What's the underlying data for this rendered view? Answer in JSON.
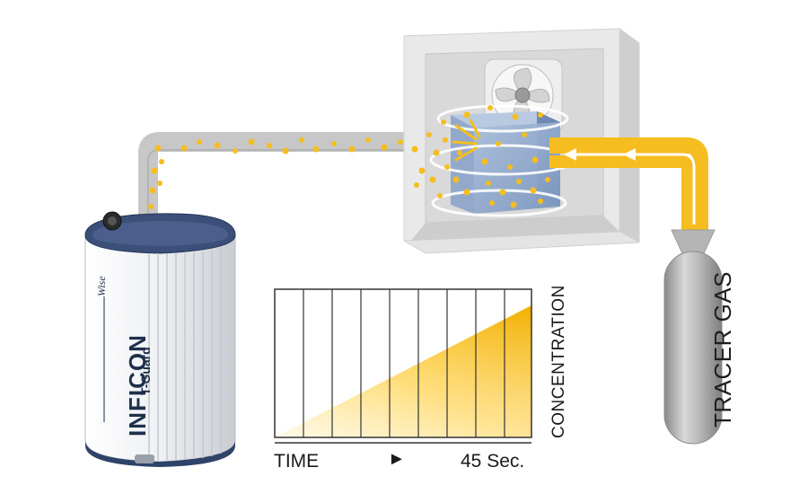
{
  "device": {
    "brand": "INFICON",
    "model": "T-Guard",
    "tagline": "Wise"
  },
  "chamber": {
    "fan_icon": "fan-icon",
    "test_part": "test-part-block"
  },
  "tracer": {
    "label": "TRACER GAS"
  },
  "graph": {
    "x_label": "TIME",
    "arrow_glyph": "►",
    "duration": "45 Sec.",
    "y_label": "CONCENTRATION"
  },
  "colors": {
    "tracer_gas": "#f5bd1f",
    "pipe": "#c4c4c4",
    "chamber": "#dcdcdc",
    "part": "#8fa9cc",
    "device_accent": "#1d2f4a"
  }
}
